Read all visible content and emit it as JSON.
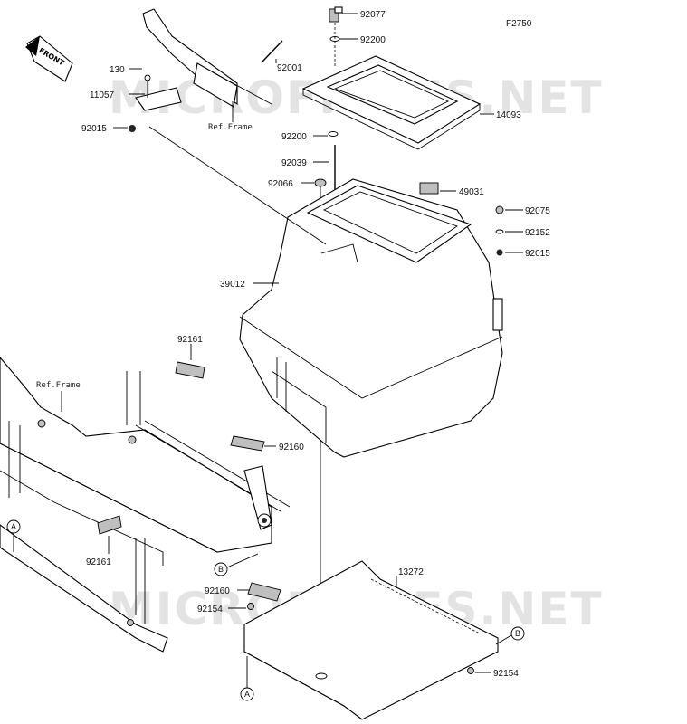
{
  "diagram_code": "F2750",
  "front_arrow_label": "FRONT",
  "watermark": "MICROFICHES.NET",
  "ref_frame_label": "Ref.Frame",
  "callouts": {
    "A": "A",
    "B": "B"
  },
  "part_labels": {
    "p92077": "92077",
    "p92200a": "92200",
    "p92001": "92001",
    "p130": "130",
    "p11057": "11057",
    "p92015a": "92015",
    "p14093": "14093",
    "p92200b": "92200",
    "p92039": "92039",
    "p92066": "92066",
    "p49031": "49031",
    "p92075": "92075",
    "p92152": "92152",
    "p92015b": "92015",
    "p39012": "39012",
    "p92161a": "92161",
    "p92160a": "92160",
    "p92161b": "92161",
    "p13272": "13272",
    "p92160b": "92160",
    "p92154a": "92154",
    "p92154b": "92154"
  }
}
